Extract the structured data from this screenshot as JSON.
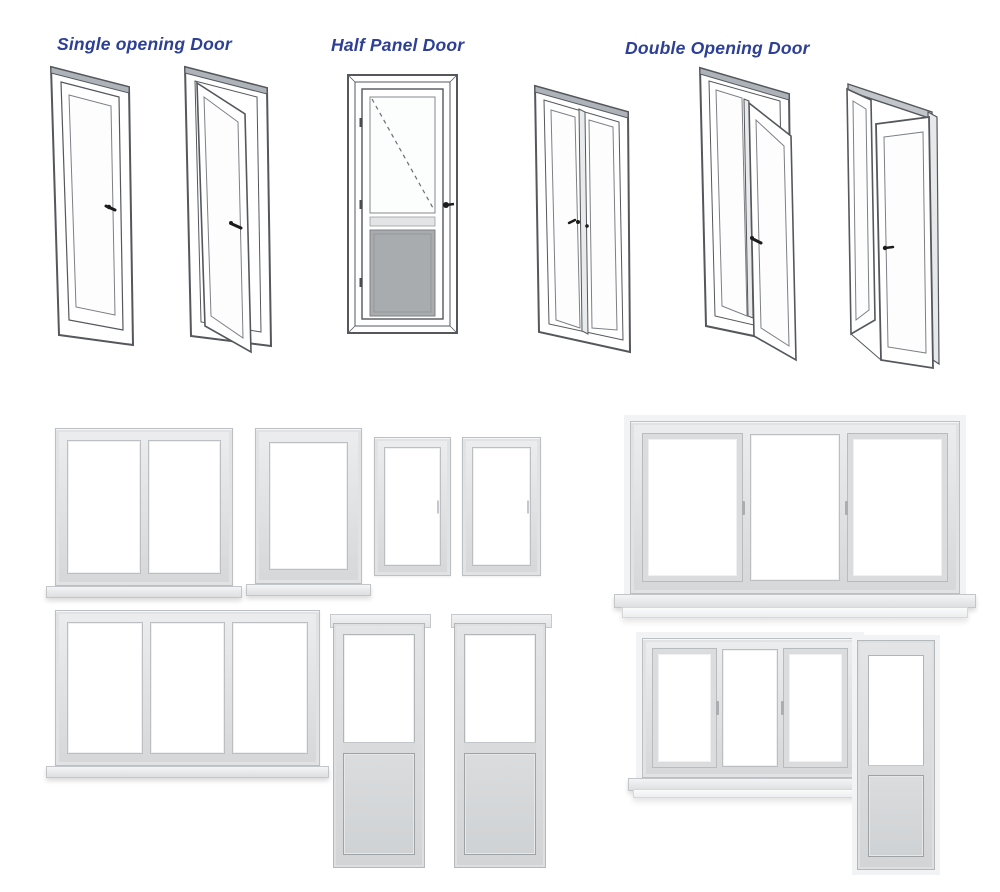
{
  "colors": {
    "caption": "#2e3f96",
    "frame-gray": "#d8dadc",
    "panel-gray": "#a9acaf",
    "glass-white": "#ffffff"
  },
  "captions": {
    "single_opening_door": "Single opening Door",
    "half_panel_door": "Half Panel Door",
    "double_opening_door": "Double Opening Door"
  },
  "figures": {
    "single_door_closed": "single-opening-door-closed",
    "single_door_open": "single-opening-door-open",
    "half_panel_door": "half-panel-door-front-view",
    "double_door_closed": "double-opening-door-closed",
    "double_door_one_open": "double-opening-door-one-leaf-open",
    "double_door_both_open": "double-opening-door-both-leaves-open",
    "window_two_pane": "two-pane-casement-window-with-sill",
    "window_single": "single-casement-window-with-sill",
    "window_narrow_1": "narrow-casement-window",
    "window_narrow_2": "narrow-casement-window",
    "window_three_pane_large": "three-pane-window-with-side-casements-and-sill",
    "window_three_pane": "three-pane-window-with-sill",
    "balcony_door_1": "balcony-door-with-bottom-panel",
    "balcony_door_2": "balcony-door-with-bottom-panel",
    "balcony_block": "balcony-window-and-door-combination"
  }
}
